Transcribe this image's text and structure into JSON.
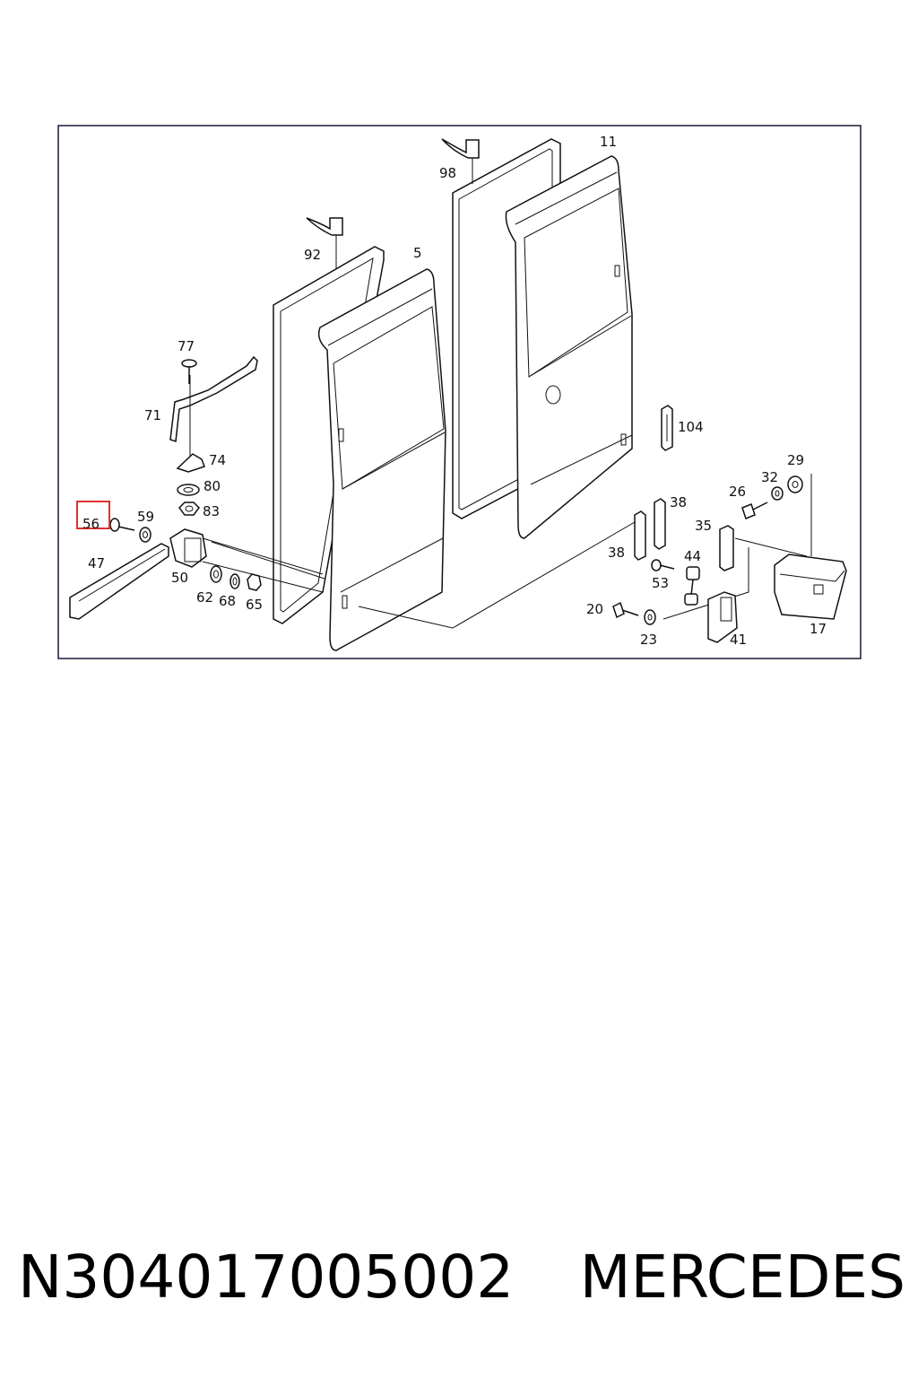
{
  "diagram": {
    "part_numbers": [
      "11",
      "98",
      "92",
      "5",
      "77",
      "71",
      "104",
      "74",
      "80",
      "29",
      "32",
      "26",
      "56",
      "59",
      "83",
      "38",
      "35",
      "47",
      "50",
      "44",
      "53",
      "62",
      "68",
      "65",
      "20",
      "23",
      "41",
      "17"
    ],
    "highlighted_part": "56",
    "highlight_color": "#e03030"
  },
  "caption": {
    "part_code": "N304017005002",
    "brand": "MERCEDES"
  }
}
